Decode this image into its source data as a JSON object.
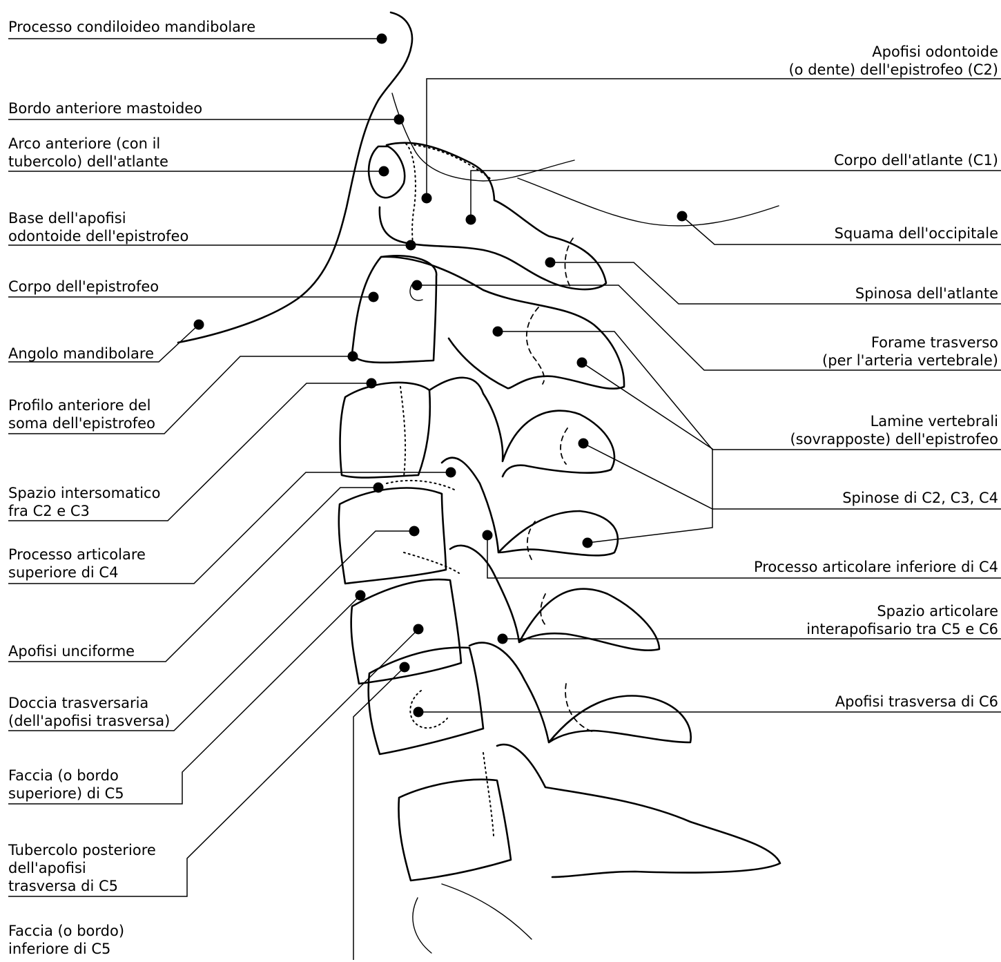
{
  "labels_left": [
    {
      "id": "processo-condiloideo",
      "lines": [
        "Processo condiloideo mandibolare"
      ]
    },
    {
      "id": "bordo-mastoideo",
      "lines": [
        "Bordo anteriore mastoideo"
      ]
    },
    {
      "id": "arco-anteriore",
      "lines": [
        "Arco anteriore (con il",
        "tubercolo) dell'atlante"
      ]
    },
    {
      "id": "base-apofisi",
      "lines": [
        "Base dell'apofisi",
        "odontoide dell'epistrofeo"
      ]
    },
    {
      "id": "corpo-epistrofeo",
      "lines": [
        "Corpo dell'epistrofeo"
      ]
    },
    {
      "id": "angolo-mandibolare",
      "lines": [
        "Angolo mandibolare"
      ]
    },
    {
      "id": "profilo-anteriore",
      "lines": [
        "Profilo anteriore del",
        "soma dell'epistrofeo"
      ]
    },
    {
      "id": "spazio-intersomatico",
      "lines": [
        "Spazio intersomatico",
        "fra C2 e C3"
      ]
    },
    {
      "id": "processo-articolare-sup",
      "lines": [
        "Processo articolare",
        "superiore di C4"
      ]
    },
    {
      "id": "apofisi-unciforme",
      "lines": [
        "Apofisi unciforme"
      ]
    },
    {
      "id": "doccia-trasversaria",
      "lines": [
        "Doccia trasversaria",
        "(dell'apofisi trasversa)"
      ]
    },
    {
      "id": "faccia-superiore-c5",
      "lines": [
        "Faccia (o bordo",
        "superiore) di C5"
      ]
    },
    {
      "id": "tubercolo-posteriore",
      "lines": [
        "Tubercolo posteriore",
        "dell'apofisi",
        "trasversa di C5"
      ]
    },
    {
      "id": "faccia-inferiore-c5",
      "lines": [
        "Faccia (o bordo)",
        "inferiore di C5"
      ]
    }
  ],
  "labels_right": [
    {
      "id": "apofisi-odontoide",
      "lines": [
        "Apofisi odontoide",
        "(o dente) dell'epistrofeo (C2)"
      ]
    },
    {
      "id": "corpo-atlante",
      "lines": [
        "Corpo dell'atlante (C1)"
      ]
    },
    {
      "id": "squama-occipitale",
      "lines": [
        "Squama dell'occipitale"
      ]
    },
    {
      "id": "spinosa-atlante",
      "lines": [
        "Spinosa dell'atlante"
      ]
    },
    {
      "id": "forame-trasverso",
      "lines": [
        "Forame trasverso",
        "(per l'arteria vertebrale)"
      ]
    },
    {
      "id": "lamine-vertebrali",
      "lines": [
        "Lamine vertebrali",
        "(sovrapposte) dell'epistrofeo"
      ]
    },
    {
      "id": "spinose-c2-c4",
      "lines": [
        "Spinose di C2, C3, C4"
      ]
    },
    {
      "id": "processo-articolare-inf",
      "lines": [
        "Processo articolare inferiore di C4"
      ]
    },
    {
      "id": "spazio-articolare",
      "lines": [
        "Spazio  articolare",
        "interapofisario tra C5 e C6"
      ]
    },
    {
      "id": "apofisi-trasversa-c6",
      "lines": [
        "Apofisi trasversa di C6"
      ]
    }
  ]
}
